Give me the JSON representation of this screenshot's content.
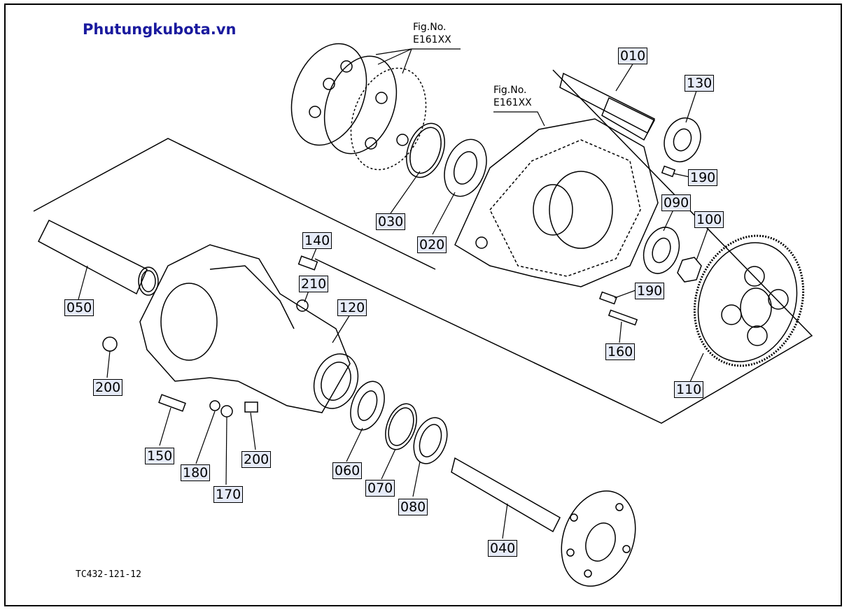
{
  "header": {
    "site_name": "Phutungkubota.vn"
  },
  "figure_refs": [
    {
      "line1": "Fig.No.",
      "line2": "E161XX"
    },
    {
      "line1": "Fig.No.",
      "line2": "E161XX"
    }
  ],
  "parts": [
    "010",
    "130",
    "190",
    "090",
    "100",
    "190",
    "160",
    "110",
    "030",
    "020",
    "050",
    "140",
    "210",
    "120",
    "200",
    "200",
    "150",
    "180",
    "170",
    "060",
    "070",
    "080",
    "040"
  ],
  "footer": {
    "diagram_code": "TC432-121-12"
  },
  "colors": {
    "title": "#1a1a9e",
    "label_bg": "#e6ebf8",
    "line": "#000000"
  }
}
